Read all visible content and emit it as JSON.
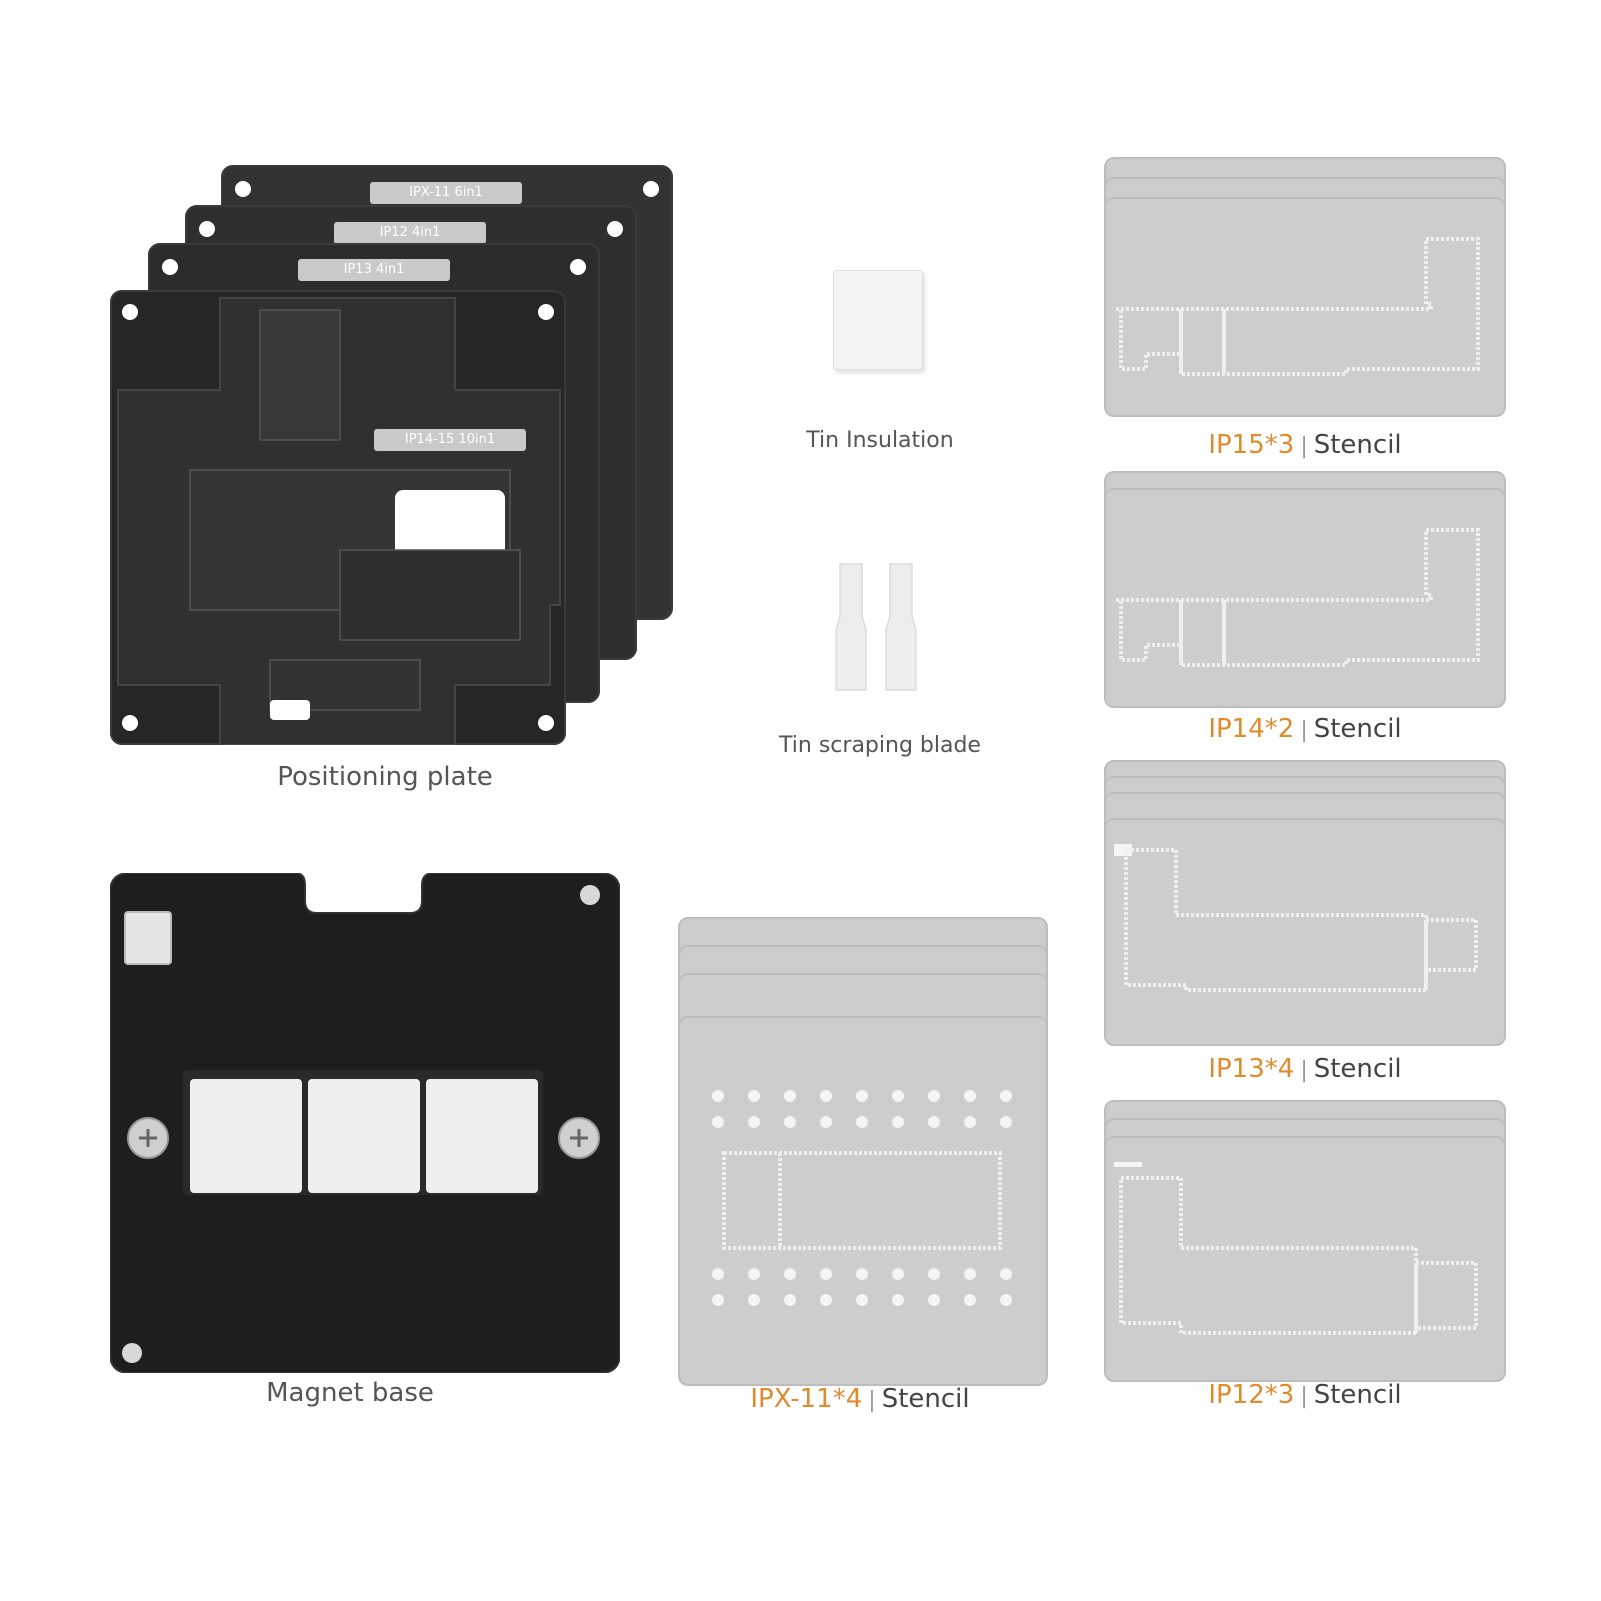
{
  "colors": {
    "accent_orange": "#e08a2c",
    "stencil_gray": "#cdcdcd",
    "plate_black": "#2b2b2b",
    "caption_gray": "#555555"
  },
  "positioning_plate": {
    "caption": "Positioning plate",
    "labels": [
      "IPX-11 6in1",
      "IP12 4in1",
      "IP13 4in1",
      "IP14-15 10in1"
    ]
  },
  "tin_insulation": {
    "caption": "Tin Insulation"
  },
  "tin_blade": {
    "caption": "Tin scraping blade"
  },
  "magnet_base": {
    "caption": "Magnet base"
  },
  "stencils": [
    {
      "model": "IP15*3",
      "separator": "|",
      "label": "Stencil"
    },
    {
      "model": "IP14*2",
      "separator": "|",
      "label": "Stencil"
    },
    {
      "model": "IP13*4",
      "separator": "|",
      "label": "Stencil"
    },
    {
      "model": "IP12*3",
      "separator": "|",
      "label": "Stencil"
    },
    {
      "model": "IPX-11*4",
      "separator": "|",
      "label": "Stencil"
    }
  ]
}
